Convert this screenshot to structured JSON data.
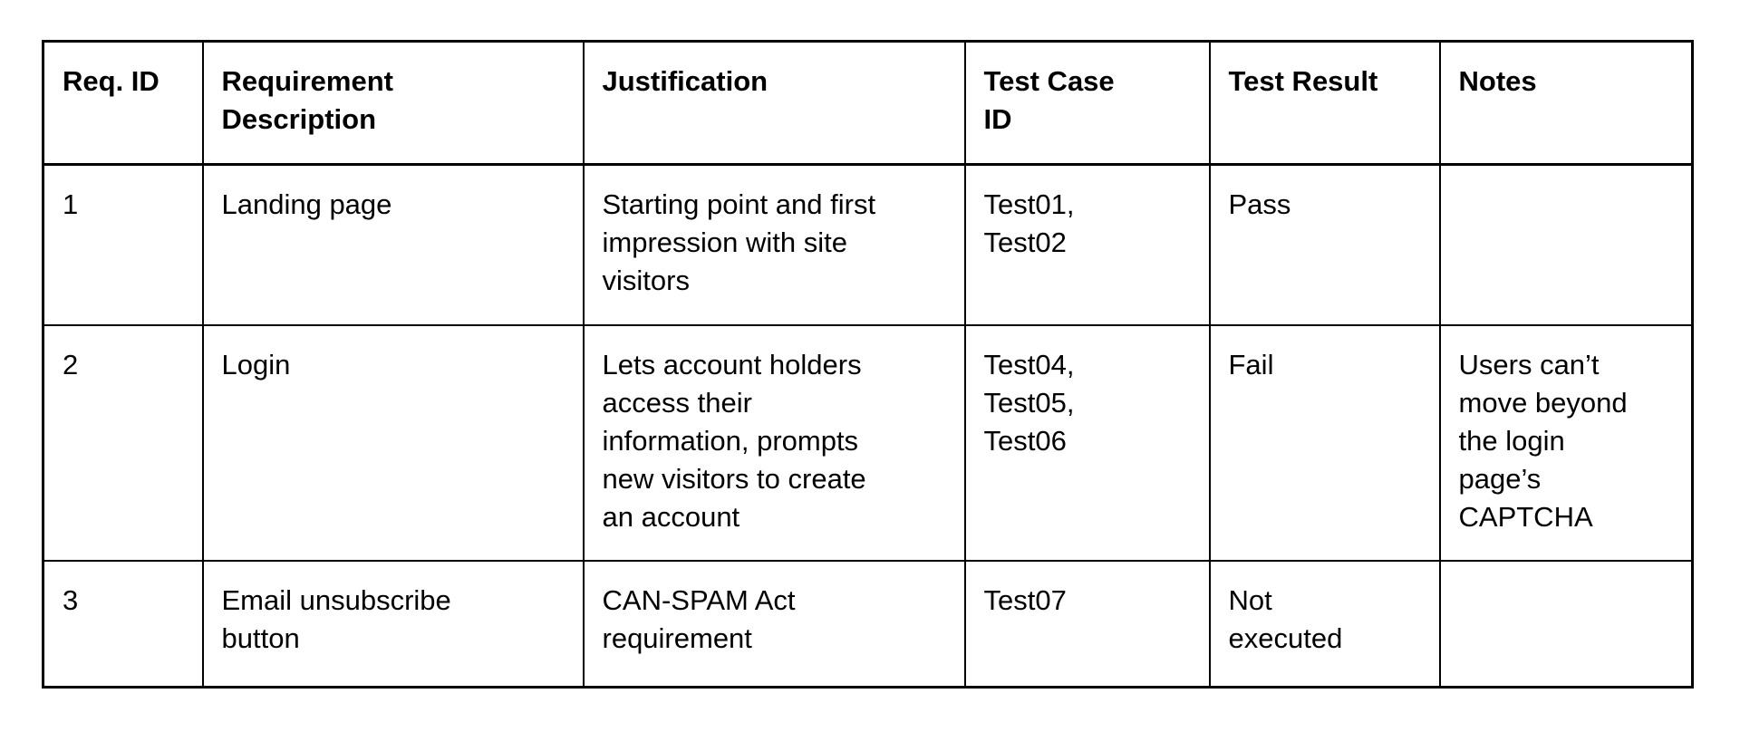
{
  "page": {
    "background_color": "#ffffff",
    "text_color": "#000000",
    "border_color": "#000000"
  },
  "table": {
    "name": "requirements-traceability-table",
    "columns": [
      {
        "label": "Req. ID"
      },
      {
        "label": "Requirement\nDescription"
      },
      {
        "label": "Justification"
      },
      {
        "label": "Test Case\nID"
      },
      {
        "label": "Test Result"
      },
      {
        "label": "Notes"
      }
    ],
    "rows": [
      {
        "cells": [
          "1",
          "Landing page",
          "Starting point and first\nimpression with site\nvisitors",
          "Test01,\nTest02",
          "Pass",
          ""
        ]
      },
      {
        "cells": [
          "2",
          "Login",
          "Lets account holders\naccess their\ninformation, prompts\nnew visitors to create\nan account",
          "Test04,\nTest05,\nTest06",
          "Fail",
          "Users can’t\nmove beyond\nthe login\npage’s\nCAPTCHA"
        ]
      },
      {
        "cells": [
          "3",
          "Email unsubscribe\nbutton",
          "CAN-SPAM Act\nrequirement",
          "Test07",
          "Not\nexecuted",
          ""
        ]
      }
    ]
  }
}
